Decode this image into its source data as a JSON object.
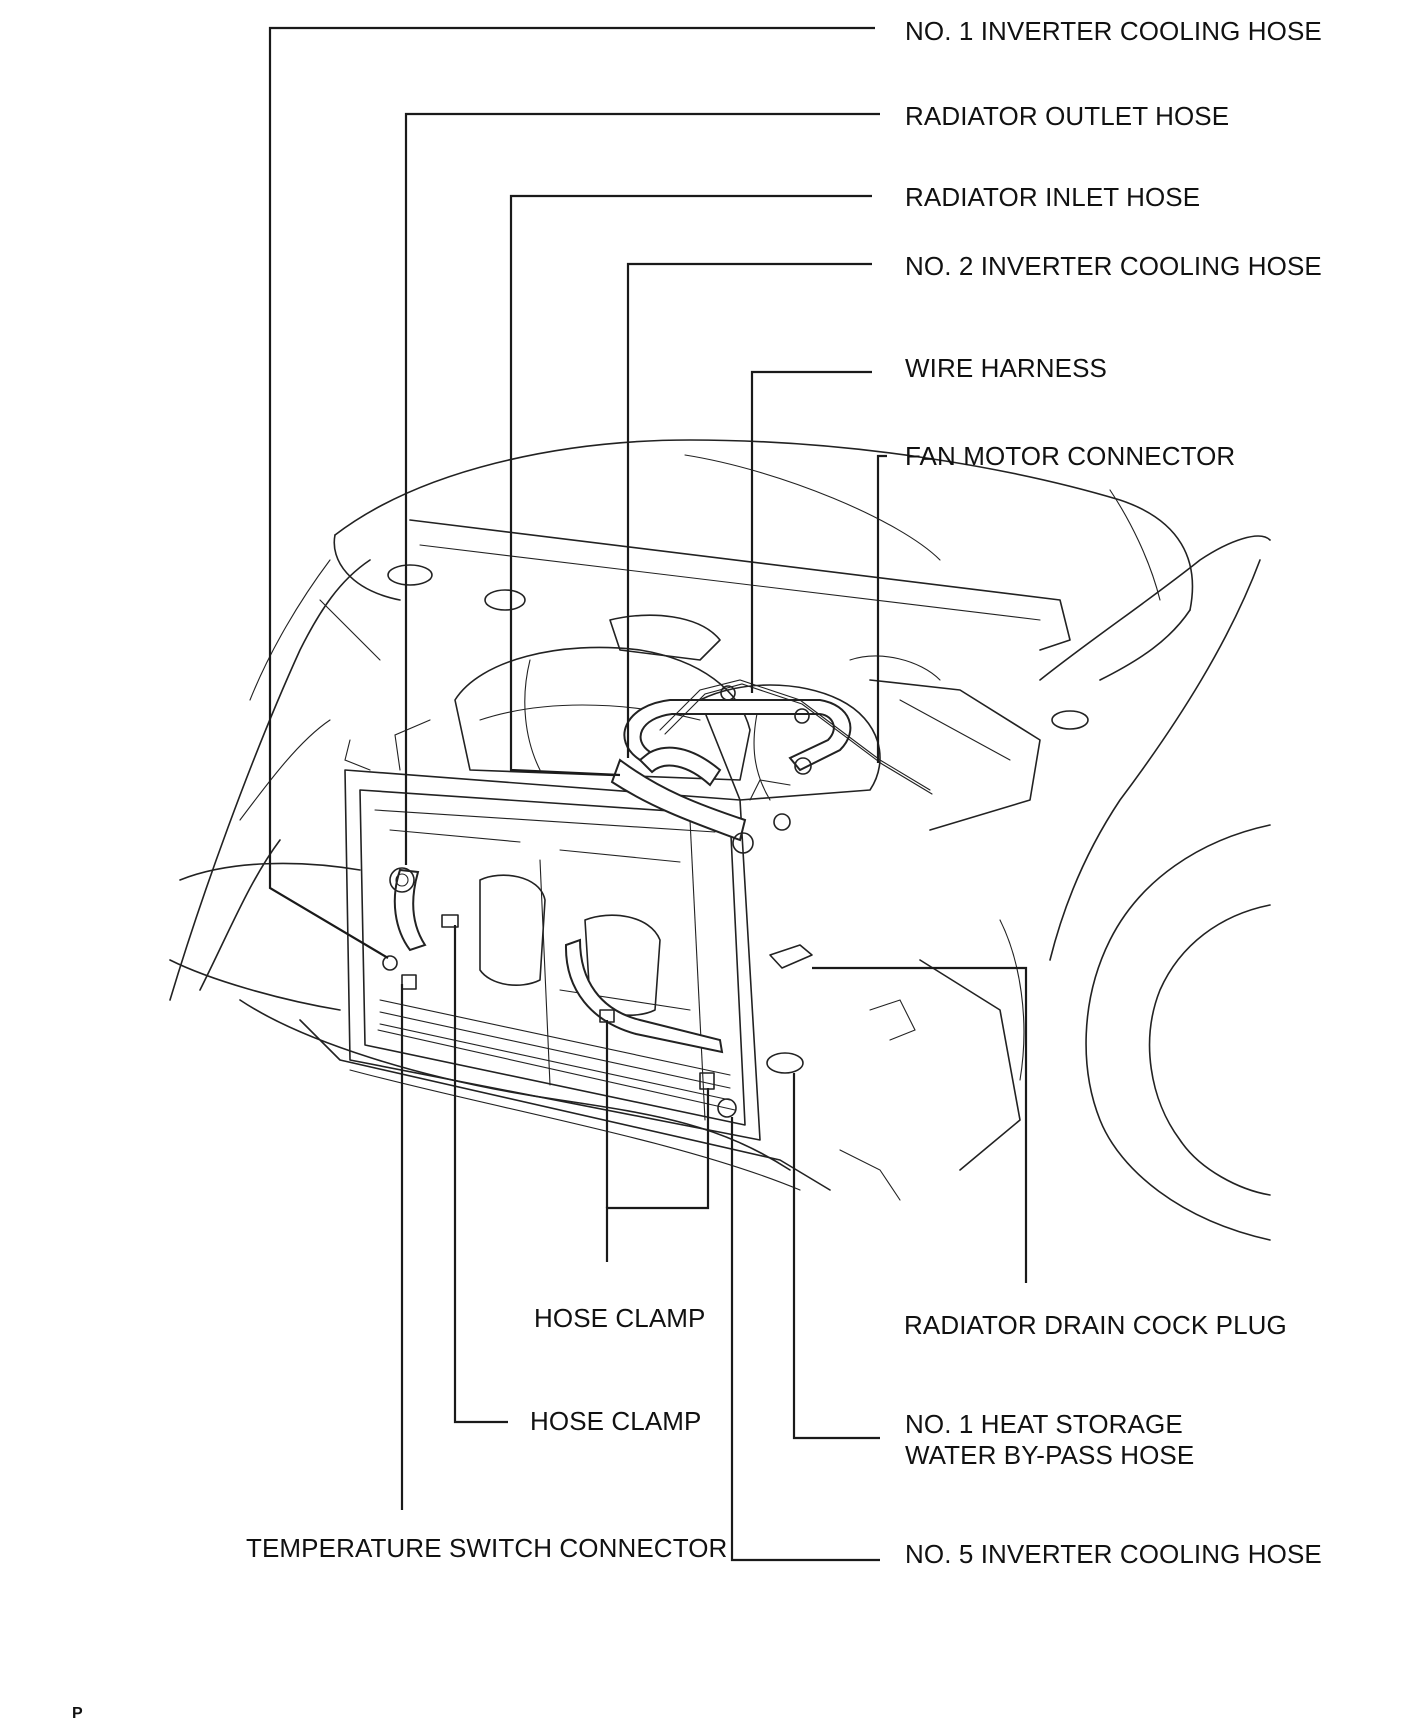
{
  "title": "",
  "labels": {
    "no1_inverter_cooling_hose": "NO. 1 INVERTER COOLING HOSE",
    "radiator_outlet_hose": "RADIATOR OUTLET HOSE",
    "radiator_inlet_hose": "RADIATOR INLET HOSE",
    "no2_inverter_cooling_hose": "NO. 2 INVERTER COOLING HOSE",
    "wire_harness": "WIRE HARNESS",
    "fan_motor_connector": "FAN MOTOR CONNECTOR",
    "hose_clamp_lower": "HOSE CLAMP",
    "radiator_drain_cock_plug": "RADIATOR DRAIN COCK PLUG",
    "hose_clamp_left": "HOSE CLAMP",
    "no1_heat_storage_bypass_hose": "NO. 1 HEAT STORAGE\nWATER BY-PASS HOSE",
    "temperature_switch_connector": "TEMPERATURE SWITCH CONNECTOR",
    "no5_inverter_cooling_hose": "NO. 5 INVERTER COOLING HOSE"
  },
  "page_mark": "P"
}
